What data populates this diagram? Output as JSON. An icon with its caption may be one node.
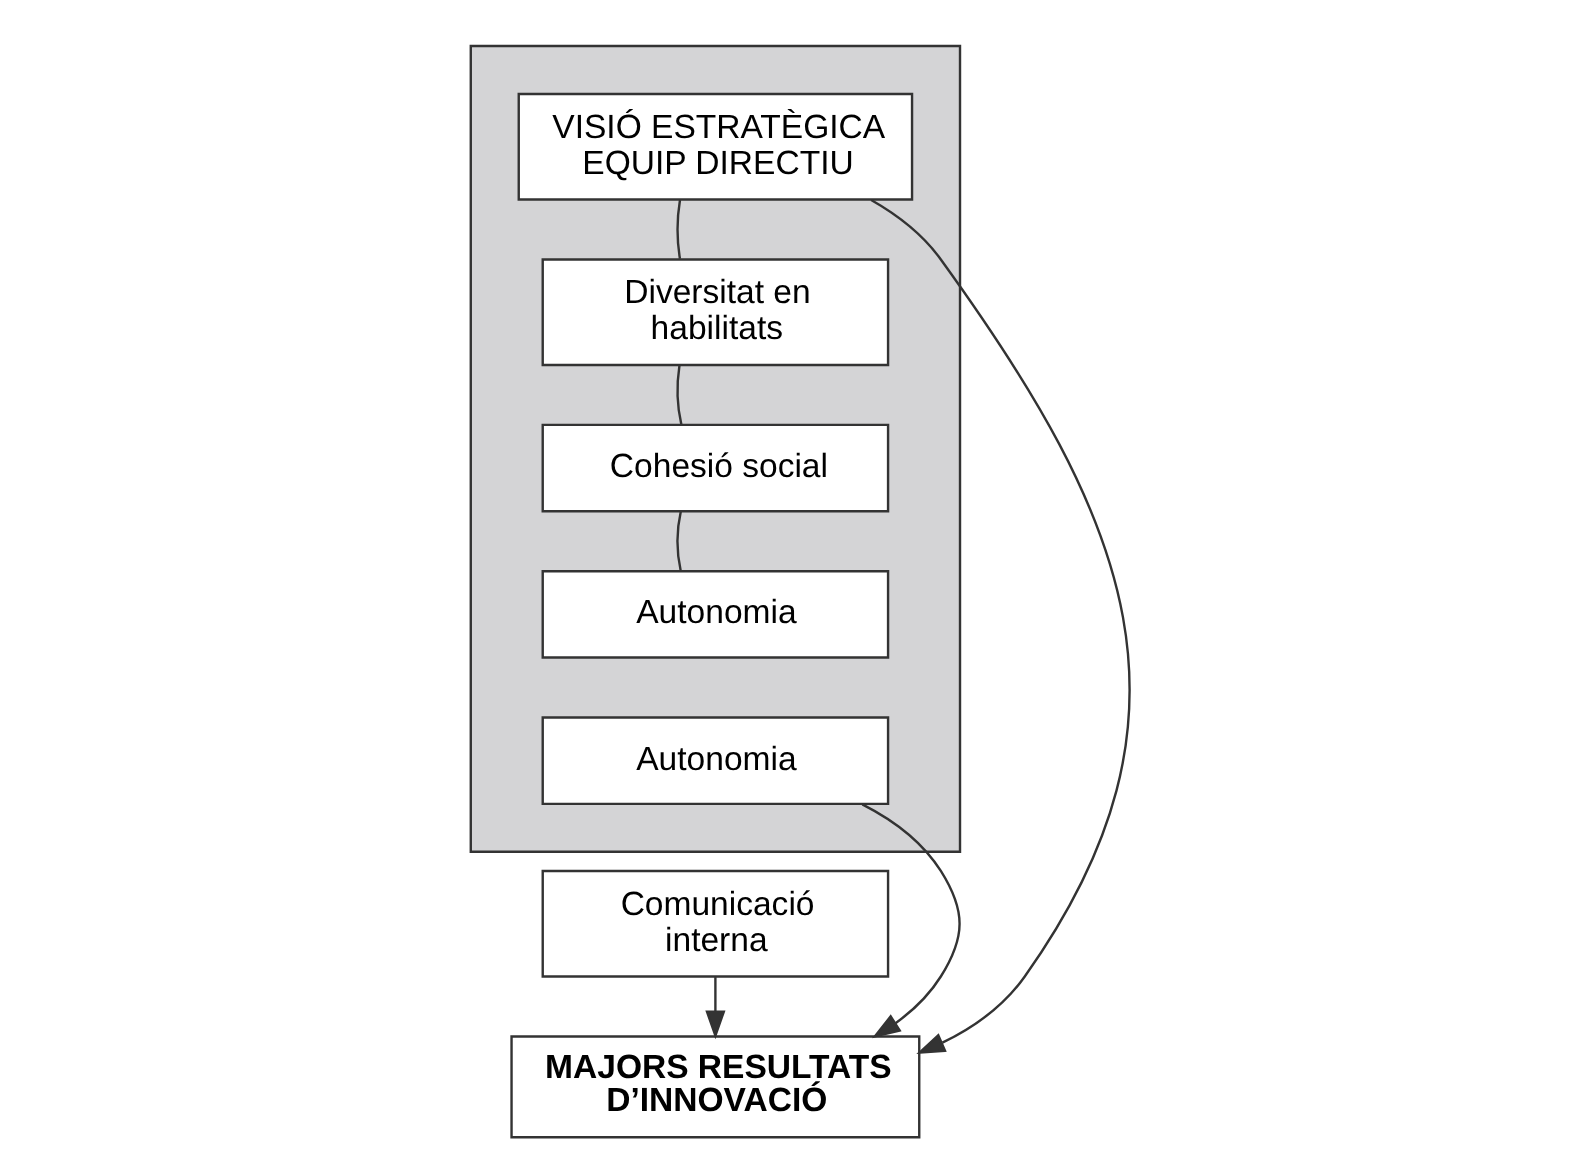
{
  "diagram": {
    "nodes": [
      {
        "text": [],
        "shape": "box"
      },
      {
        "text": [
          "VISIÓ ESTRATÈGICA EQUIP DIRECTIU"
        ],
        "in": 0
      },
      {
        "text": [
          "Diversitat en habilitats"
        ],
        "in": 0
      },
      {
        "text": [
          "Cohesió social"
        ],
        "in": 0
      },
      {
        "text": [
          "Autonomia"
        ],
        "in": 0
      },
      {
        "text": [
          "Autonomia"
        ],
        "in": 0
      },
      {
        "text": [
          "Comunicació interna"
        ]
      },
      {
        "text": [
          "MAJORS RESULTATS D’INNOVACIÓ"
        ]
      }
    ],
    "edges": [
      {
        "from": 1,
        "to": 7,
        "arrow": "to"
      },
      {
        "from": 1,
        "to": 2,
        "arrow": "none"
      },
      {
        "from": 2,
        "to": 3,
        "arrow": "none"
      },
      {
        "from": 3,
        "to": 4,
        "arrow": "none"
      },
      {
        "from": 5,
        "to": 7,
        "arrow": "to"
      },
      {
        "from": 6,
        "to": 7,
        "arrow": "to"
      }
    ]
  }
}
